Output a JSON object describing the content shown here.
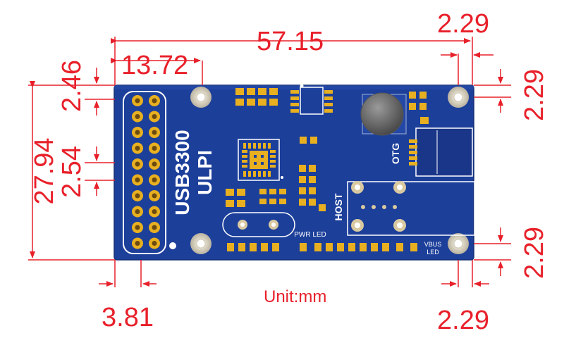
{
  "board": {
    "name": "USB3300",
    "subtitle": "ULPI",
    "labels": {
      "otg": "OTG",
      "host": "HOST",
      "pwr_led": "PWR LED",
      "vbus_led_line1": "VBUS",
      "vbus_led_line2": "LED"
    }
  },
  "dimensions": {
    "overall_width": "57.15",
    "hole_offset_top_left": "13.72",
    "top_right_horizontal": "2.29",
    "right_top_vertical": "2.29",
    "right_bottom_vertical": "2.29",
    "bottom_right_horizontal": "2.29",
    "bottom_left_horizontal": "3.81",
    "left_top_vertical": "2.46",
    "overall_height": "27.94",
    "header_pitch": "2.54"
  },
  "unit_label": "Unit:mm",
  "colors": {
    "dimension": "#e8202a",
    "pcb": "#1c3f9a",
    "pad_gold": "#e8b020"
  }
}
